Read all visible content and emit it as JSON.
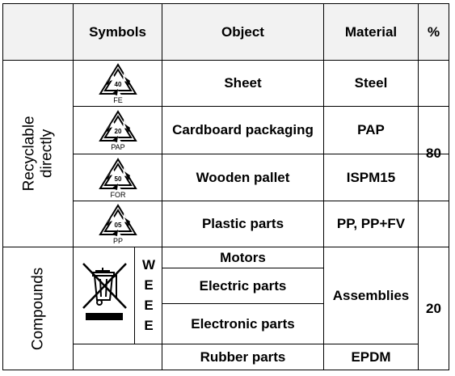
{
  "table": {
    "headers": [
      "",
      "Symbols",
      "Object",
      "Material",
      "%"
    ],
    "groups": [
      {
        "label": "Recyclable directly",
        "percent": "80",
        "rows": [
          {
            "symbol": {
              "number": "40",
              "code": "FE"
            },
            "object": "Sheet",
            "material": "Steel"
          },
          {
            "symbol": {
              "number": "20",
              "code": "PAP"
            },
            "object": "Cardboard packaging",
            "material": "PAP"
          },
          {
            "symbol": {
              "number": "50",
              "code": "FOR"
            },
            "object": "Wooden pallet",
            "material": "ISPM15"
          },
          {
            "symbol": {
              "number": "05",
              "code": "PP"
            },
            "object": "Plastic parts",
            "material": "PP, PP+FV"
          }
        ]
      },
      {
        "label": "Compounds",
        "percent": "20",
        "weee_letters": [
          "W",
          "E",
          "E",
          "E"
        ],
        "objects": [
          "Motors",
          "Electric parts",
          "Electronic parts"
        ],
        "material": "Assemblies",
        "extra_row": {
          "object": "Rubber parts",
          "material": "EPDM"
        }
      }
    ]
  },
  "icons": {
    "recycling": "recycling-triangle-icon",
    "weee": "crossed-out-wheeled-bin-icon"
  }
}
